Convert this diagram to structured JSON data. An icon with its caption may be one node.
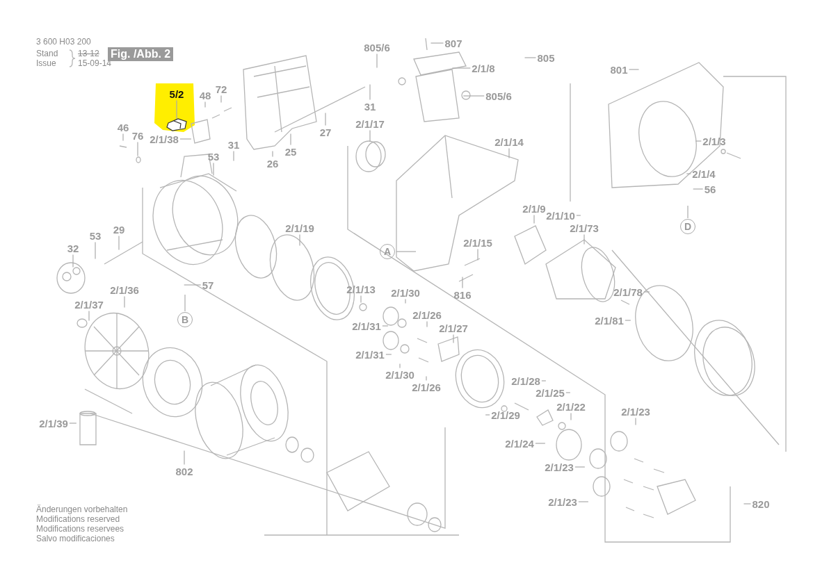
{
  "diagram": {
    "nodes": [
      {
        "text": [
          "5/2"
        ]
      },
      {
        "text": [
          "48"
        ]
      },
      {
        "text": [
          "72"
        ]
      },
      {
        "text": [
          "46"
        ]
      },
      {
        "text": [
          "76"
        ]
      },
      {
        "text": [
          "2/1/38"
        ]
      },
      {
        "text": [
          "31"
        ]
      },
      {
        "text": [
          "26"
        ]
      },
      {
        "text": [
          "25"
        ]
      },
      {
        "text": [
          "27"
        ]
      },
      {
        "text": [
          "31"
        ]
      },
      {
        "text": [
          "53"
        ]
      },
      {
        "text": [
          "807"
        ]
      },
      {
        "text": [
          "805/6"
        ]
      },
      {
        "text": [
          "805"
        ]
      },
      {
        "text": [
          "2/1/8"
        ]
      },
      {
        "text": [
          "805/6"
        ]
      },
      {
        "text": [
          "2/1/17"
        ]
      },
      {
        "text": [
          "2/1/14"
        ]
      },
      {
        "text": [
          "801"
        ]
      },
      {
        "text": [
          "2/1/3"
        ]
      },
      {
        "text": [
          "2/1/4"
        ]
      },
      {
        "text": [
          "56"
        ]
      },
      {
        "text": [
          "D"
        ]
      },
      {
        "text": [
          "2/1/9"
        ]
      },
      {
        "text": [
          "2/1/10"
        ]
      },
      {
        "text": [
          "2/1/73"
        ]
      },
      {
        "text": [
          "2/1/19"
        ]
      },
      {
        "text": [
          "53"
        ]
      },
      {
        "text": [
          "29"
        ]
      },
      {
        "text": [
          "32"
        ]
      },
      {
        "text": [
          "A"
        ]
      },
      {
        "text": [
          "2/1/15"
        ]
      },
      {
        "text": [
          "816"
        ]
      },
      {
        "text": [
          "2/1/36"
        ]
      },
      {
        "text": [
          "2/1/37"
        ]
      },
      {
        "text": [
          "57"
        ]
      },
      {
        "text": [
          "B"
        ]
      },
      {
        "text": [
          "2/1/13"
        ]
      },
      {
        "text": [
          "2/1/30"
        ]
      },
      {
        "text": [
          "2/1/31"
        ]
      },
      {
        "text": [
          "2/1/26"
        ]
      },
      {
        "text": [
          "2/1/27"
        ]
      },
      {
        "text": [
          "2/1/78"
        ]
      },
      {
        "text": [
          "2/1/81"
        ]
      },
      {
        "text": [
          "2/1/31"
        ]
      },
      {
        "text": [
          "2/1/30"
        ]
      },
      {
        "text": [
          "2/1/26"
        ]
      },
      {
        "text": [
          "2/1/28"
        ]
      },
      {
        "text": [
          "2/1/25"
        ]
      },
      {
        "text": [
          "2/1/22"
        ]
      },
      {
        "text": [
          "2/1/29"
        ]
      },
      {
        "text": [
          "2/1/23"
        ]
      },
      {
        "text": [
          "2/1/24"
        ]
      },
      {
        "text": [
          "2/1/39"
        ]
      },
      {
        "text": [
          "2/1/23"
        ]
      },
      {
        "text": [
          "802"
        ]
      },
      {
        "text": [
          "2/1/23"
        ]
      },
      {
        "text": [
          "820"
        ]
      },
      {
        "text": [],
        "shape": "picture"
      }
    ],
    "edges": [
      {
        "from": 0,
        "to": 59,
        "arrow": "none"
      },
      {
        "from": 1,
        "to": null,
        "arrow": "none"
      },
      {
        "from": 2,
        "to": null,
        "arrow": "none"
      },
      {
        "from": 3,
        "to": null,
        "arrow": "none"
      },
      {
        "from": 4,
        "to": null,
        "arrow": "none"
      },
      {
        "from": 5,
        "to": null,
        "arrow": "none"
      },
      {
        "from": 6,
        "to": null,
        "arrow": "none"
      },
      {
        "from": 7,
        "to": null,
        "arrow": "none"
      },
      {
        "from": 8,
        "to": null,
        "arrow": "none"
      },
      {
        "from": 9,
        "to": null,
        "arrow": "none"
      },
      {
        "from": 10,
        "to": null,
        "arrow": "none"
      },
      {
        "from": 11,
        "to": null,
        "arrow": "none"
      },
      {
        "from": 12,
        "to": null,
        "arrow": "none"
      },
      {
        "from": 13,
        "to": null,
        "arrow": "none"
      },
      {
        "from": 14,
        "to": null,
        "arrow": "none"
      },
      {
        "from": 15,
        "to": null,
        "arrow": "none"
      },
      {
        "from": 16,
        "to": null,
        "arrow": "none"
      },
      {
        "from": 17,
        "to": null,
        "arrow": "none"
      },
      {
        "from": 18,
        "to": null,
        "arrow": "none"
      },
      {
        "from": 19,
        "to": null,
        "arrow": "none"
      },
      {
        "from": 20,
        "to": null,
        "arrow": "none"
      },
      {
        "from": 21,
        "to": null,
        "arrow": "none"
      },
      {
        "from": 22,
        "to": null,
        "arrow": "none"
      },
      {
        "from": 23,
        "to": null,
        "arrow": "none"
      },
      {
        "from": 24,
        "to": null,
        "arrow": "none"
      },
      {
        "from": 25,
        "to": null,
        "arrow": "none"
      },
      {
        "from": 26,
        "to": null,
        "arrow": "none"
      },
      {
        "from": 27,
        "to": null,
        "arrow": "none"
      },
      {
        "from": 28,
        "to": null,
        "arrow": "none"
      },
      {
        "from": 29,
        "to": null,
        "arrow": "none"
      },
      {
        "from": 30,
        "to": null,
        "arrow": "none"
      },
      {
        "from": 31,
        "to": null,
        "arrow": "none"
      },
      {
        "from": 32,
        "to": null,
        "arrow": "none"
      },
      {
        "from": 33,
        "to": null,
        "arrow": "none"
      },
      {
        "from": 34,
        "to": null,
        "arrow": "none"
      },
      {
        "from": 35,
        "to": null,
        "arrow": "none"
      },
      {
        "from": 36,
        "to": null,
        "arrow": "none"
      },
      {
        "from": 37,
        "to": null,
        "arrow": "none"
      },
      {
        "from": 38,
        "to": null,
        "arrow": "none"
      },
      {
        "from": 39,
        "to": null,
        "arrow": "none"
      },
      {
        "from": 40,
        "to": null,
        "arrow": "none"
      },
      {
        "from": 41,
        "to": null,
        "arrow": "none"
      },
      {
        "from": 42,
        "to": null,
        "arrow": "none"
      },
      {
        "from": 43,
        "to": null,
        "arrow": "none"
      },
      {
        "from": 44,
        "to": null,
        "arrow": "none"
      },
      {
        "from": 45,
        "to": null,
        "arrow": "none"
      },
      {
        "from": 46,
        "to": null,
        "arrow": "none"
      },
      {
        "from": 47,
        "to": null,
        "arrow": "none"
      },
      {
        "from": 48,
        "to": null,
        "arrow": "none"
      },
      {
        "from": 49,
        "to": null,
        "arrow": "none"
      },
      {
        "from": 50,
        "to": null,
        "arrow": "none"
      },
      {
        "from": 51,
        "to": null,
        "arrow": "none"
      },
      {
        "from": 52,
        "to": null,
        "arrow": "none"
      },
      {
        "from": 53,
        "to": null,
        "arrow": "none"
      },
      {
        "from": 54,
        "to": null,
        "arrow": "none"
      },
      {
        "from": 55,
        "to": null,
        "arrow": "none"
      },
      {
        "from": 56,
        "to": null,
        "arrow": "none"
      },
      {
        "from": 57,
        "to": null,
        "arrow": "none"
      },
      {
        "from": 58,
        "to": null,
        "arrow": "none"
      }
    ],
    "labels": [
      "3 600 H03 200",
      "Stand",
      "Issue",
      "13-12",
      "15-09-14",
      "Fig. /Abb. 2",
      "Änderungen vorbehalten",
      "Modifications reserved",
      "Modifications reservees",
      "Salvo modificaciones"
    ]
  }
}
